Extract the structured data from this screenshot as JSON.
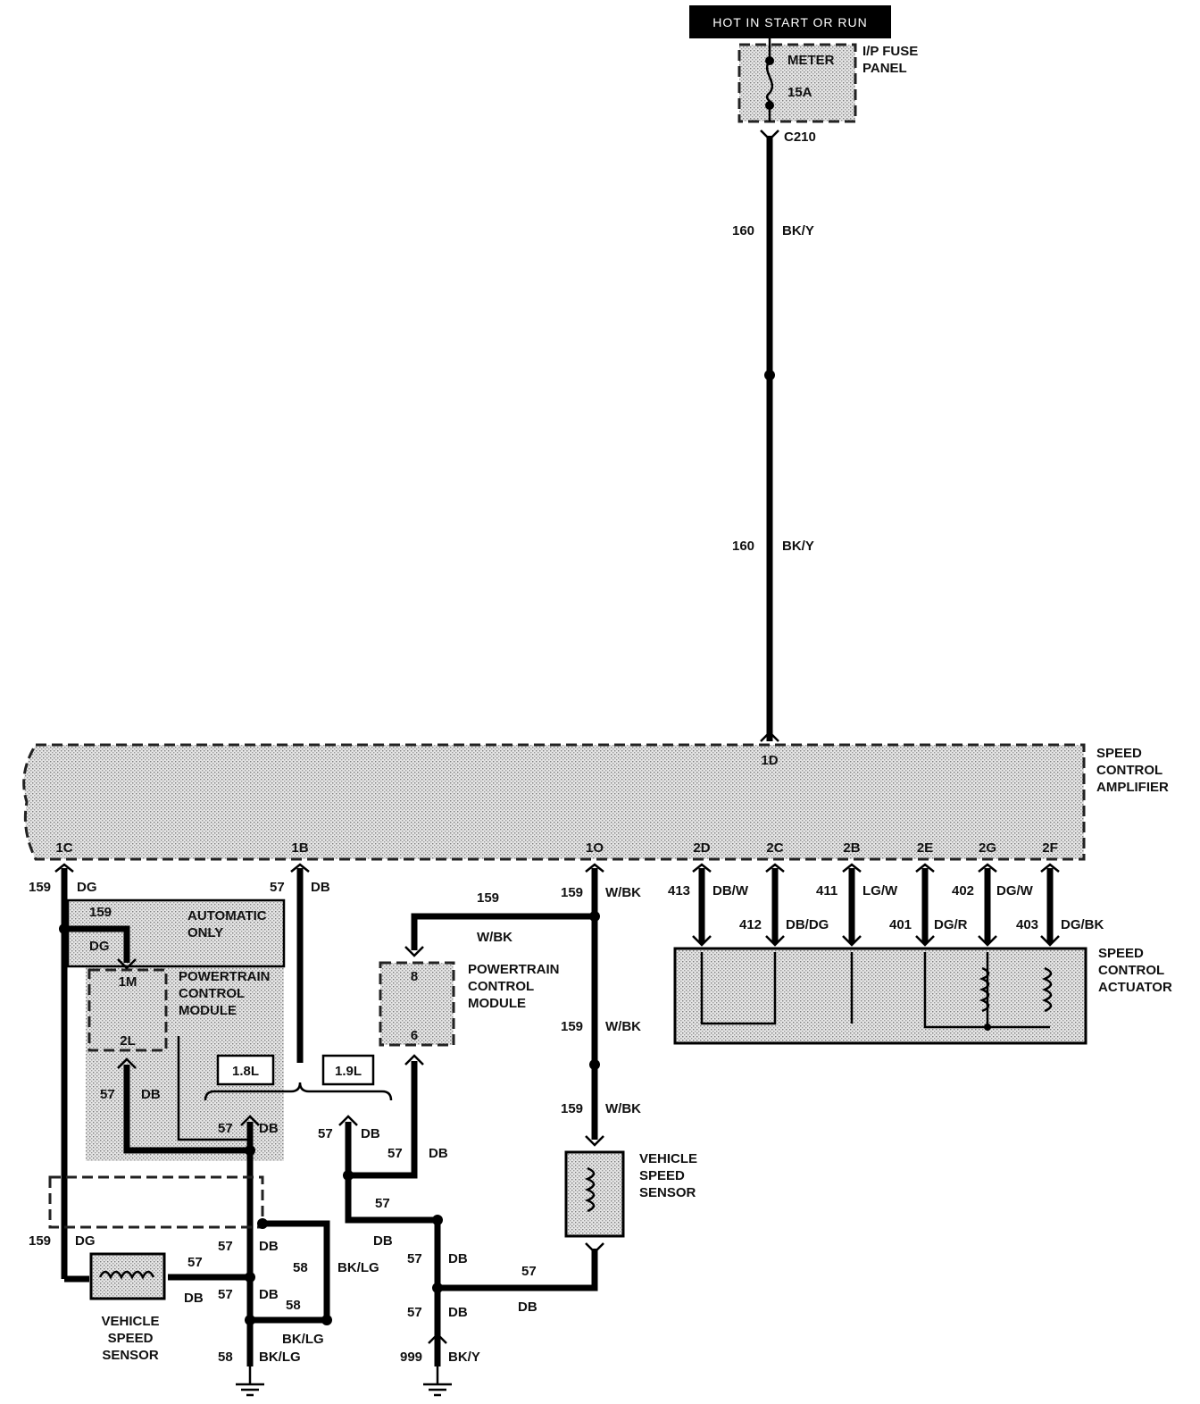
{
  "header": {
    "hot_label": "HOT IN START OR RUN"
  },
  "fuse": {
    "panel_label": [
      "I/P FUSE",
      "PANEL"
    ],
    "name": "METER",
    "rating": "15A",
    "connector": "C210"
  },
  "main_feed": [
    {
      "circuit": "160",
      "color": "BK/Y"
    },
    {
      "circuit": "160",
      "color": "BK/Y"
    }
  ],
  "amplifier": {
    "label": [
      "SPEED",
      "CONTROL",
      "AMPLIFIER"
    ],
    "pins": {
      "top": "1D",
      "left": "1C",
      "p1b": "1B",
      "p1o": "1O",
      "p2d": "2D",
      "p2c": "2C",
      "p2b": "2B",
      "p2e": "2E",
      "p2g": "2G",
      "p2f": "2F"
    }
  },
  "actuator": {
    "label": [
      "SPEED",
      "CONTROL",
      "ACTUATOR"
    ],
    "wires": [
      {
        "circuit": "413",
        "color": "DB/W"
      },
      {
        "circuit": "412",
        "color": "DB/DG"
      },
      {
        "circuit": "411",
        "color": "LG/W"
      },
      {
        "circuit": "401",
        "color": "DG/R"
      },
      {
        "circuit": "402",
        "color": "DG/W"
      },
      {
        "circuit": "403",
        "color": "DG/BK"
      }
    ]
  },
  "left_branch": {
    "w159": {
      "circuit": "159",
      "color": "DG"
    },
    "w57": {
      "circuit": "57",
      "color": "DB"
    },
    "auto_only": [
      "AUTOMATIC",
      "ONLY"
    ],
    "auto_159": "159",
    "auto_dg": "DG",
    "pcm_label": [
      "POWERTRAIN",
      "CONTROL",
      "MODULE"
    ],
    "pcm_pin_top": "1M",
    "pcm_pin_bottom": "2L",
    "pcm_wire": {
      "circuit": "57",
      "color": "DB"
    },
    "engine_a": "1.8L",
    "engine_b": "1.9L"
  },
  "center_branch": {
    "w159_top": {
      "circuit": "159",
      "color": "W/BK"
    },
    "w159_side": {
      "circuit": "159",
      "color": "W/BK"
    },
    "w159_mid": {
      "circuit": "159",
      "color": "W/BK"
    },
    "w159_low": {
      "circuit": "159",
      "color": "W/BK"
    },
    "pcm_label": [
      "POWERTRAIN",
      "CONTROL",
      "MODULE"
    ],
    "pcm_pin_top": "8",
    "pcm_pin_bottom": "6",
    "vss_label": [
      "VEHICLE",
      "SPEED",
      "SENSOR"
    ]
  },
  "ground_area": {
    "labels": {
      "c57": "57",
      "db": "DB",
      "c58": "58",
      "bklg": "BK/LG",
      "c999": "999",
      "bky": "BK/Y",
      "c159": "159",
      "dg": "DG"
    },
    "vss_label": [
      "VEHICLE",
      "SPEED",
      "SENSOR"
    ]
  }
}
